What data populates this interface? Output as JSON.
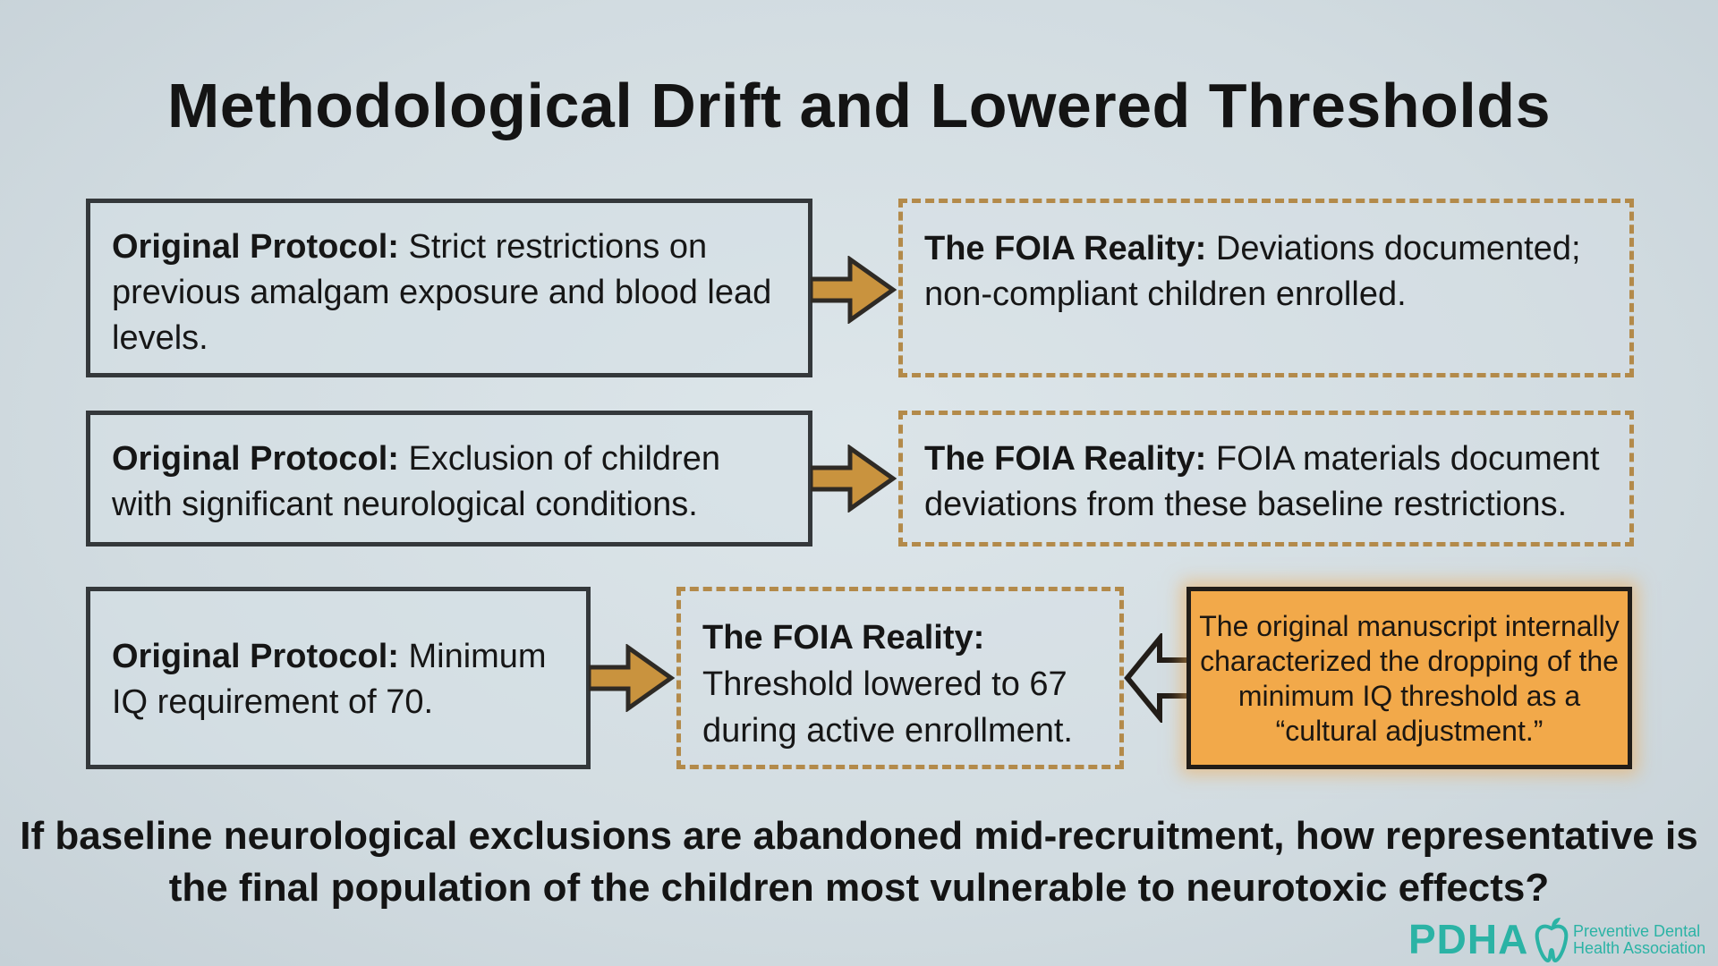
{
  "title": "Methodological Drift and Lowered Thresholds",
  "rows": [
    {
      "protocol": {
        "label": "Original Protocol:",
        "text": "Strict restrictions on previous amalgam exposure and blood lead levels."
      },
      "foia": {
        "label": "The FOIA Reality:",
        "text": "Deviations documented; non-compliant children enrolled."
      }
    },
    {
      "protocol": {
        "label": "Original Protocol:",
        "text": "Exclusion of children with significant neurological conditions."
      },
      "foia": {
        "label": "The FOIA Reality:",
        "text": "FOIA materials document deviations from these baseline restrictions."
      }
    },
    {
      "protocol": {
        "label": "Original Protocol:",
        "text": "Minimum IQ requirement of 70."
      },
      "foia": {
        "label": "The FOIA Reality:",
        "text": "Threshold lowered to 67 during active enrollment."
      }
    }
  ],
  "callout": {
    "text": "The original manuscript internally characterized the dropping of the minimum IQ threshold as a “cultural adjustment.”"
  },
  "question": "If baseline neurological exclusions are abandoned mid-recruitment, how representative is the final population of the children most vulnerable to neurotoxic effects?",
  "logo": {
    "abbr": "PDHA",
    "name": "Preventive Dental Health Association",
    "icon": "tooth-icon"
  },
  "colors": {
    "background": "#d3dde2",
    "solid_border": "#34383b",
    "dashed_border": "#b38a4a",
    "arrow_fill": "#c9933e",
    "callout_fill": "#f2a94a",
    "logo": "#2bb3a5"
  }
}
